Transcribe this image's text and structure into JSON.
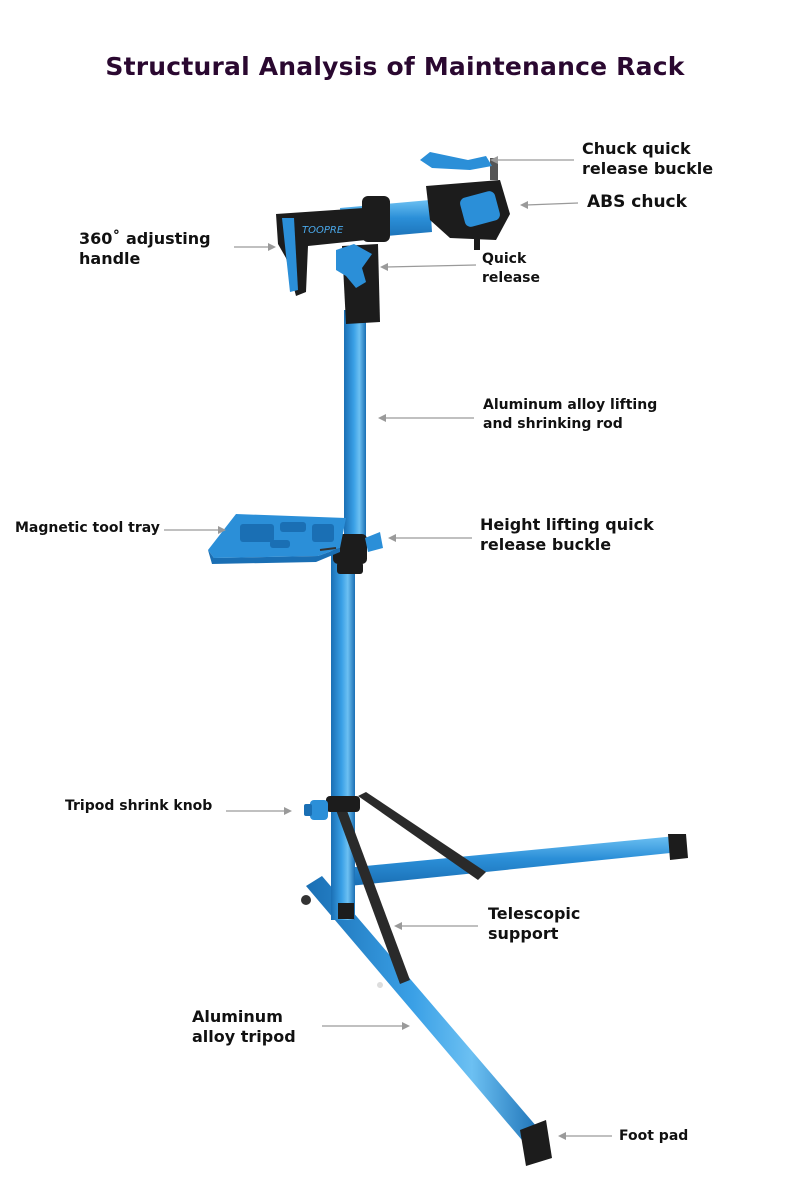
{
  "title": "Structural Analysis of Maintenance Rack",
  "brand_text": "TOOPRE",
  "colors": {
    "tube": "#2b8fd8",
    "tube_shadow": "#1a6fb4",
    "tube_light": "#6cc0f2",
    "plastic": "#1c1c1c",
    "title": "#2a0830"
  },
  "labels": {
    "chuck_quick_release": {
      "line1": "Chuck quick",
      "line2": "release buckle"
    },
    "abs_chuck": "ABS chuck",
    "adjusting_handle": {
      "line1": "360˚  adjusting",
      "line2": "handle"
    },
    "quick_release": {
      "line1": "Quick",
      "line2": "release"
    },
    "lifting_rod": {
      "line1": "Aluminum alloy lifting",
      "line2": "and shrinking rod"
    },
    "tool_tray": "Magnetic tool tray",
    "height_buckle": {
      "line1": "Height lifting quick",
      "line2": "release buckle"
    },
    "tripod_knob": "Tripod shrink knob",
    "telescopic": {
      "line1": "Telescopic",
      "line2": "support"
    },
    "tripod": {
      "line1": "Aluminum",
      "line2": "alloy tripod"
    },
    "foot_pad": "Foot pad"
  }
}
